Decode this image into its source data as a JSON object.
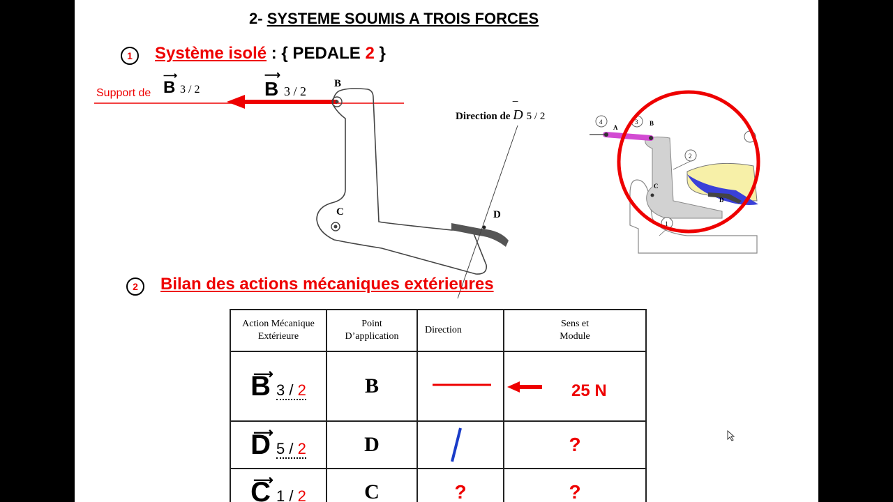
{
  "title": {
    "num": "2-",
    "text": "SYSTEME SOUMIS A TROIS FORCES"
  },
  "section1": {
    "num": "1",
    "label": "Système isolé",
    "colon": " : { PEDALE ",
    "piece": "2",
    "close": " }"
  },
  "section2": {
    "num": "2",
    "label": "Bilan des actions mécaniques extérieures"
  },
  "diagram": {
    "support_label": "Support de",
    "vec_B": "B",
    "sub_32": "3 / 2",
    "point_B": "B",
    "point_C": "C",
    "point_D": "D",
    "direction_label": "Direction de",
    "vec_D": "D",
    "sub_52": "5 / 2"
  },
  "assembly": {
    "labels": [
      "4",
      "A",
      "3",
      "B",
      "2",
      "C",
      "D",
      "1"
    ]
  },
  "table": {
    "headers": [
      "Action Mécanique\nExtérieure",
      "Point\nD’application",
      "Direction",
      "Sens et\nModule"
    ],
    "rows": [
      {
        "vec": "B",
        "num1": "3",
        "num2": "2",
        "point": "B",
        "direction": "",
        "sens": "",
        "module": "25 N"
      },
      {
        "vec": "D",
        "num1": "5",
        "num2": "2",
        "point": "D",
        "direction": "",
        "sens": "?",
        "module": ""
      },
      {
        "vec": "C",
        "num1": "1",
        "num2": "2",
        "point": "C",
        "direction": "?",
        "sens": "?",
        "module": ""
      }
    ]
  },
  "colors": {
    "accent": "#e00000",
    "direction_blue": "#1a3cc8",
    "assembly_circle": "#e00000",
    "link_magenta": "#d24bd2"
  }
}
